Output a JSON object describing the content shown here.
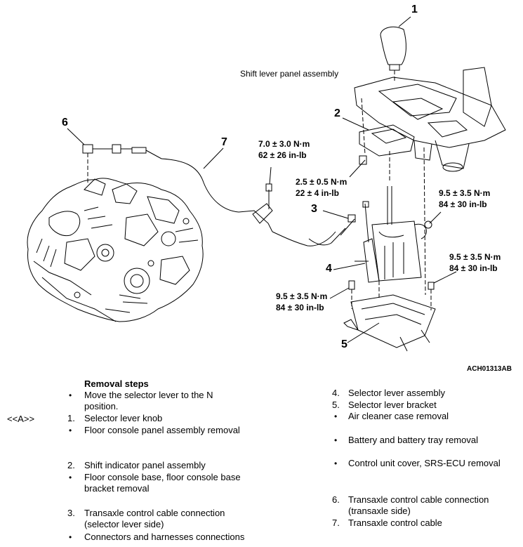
{
  "callouts": [
    "1",
    "2",
    "3",
    "4",
    "5",
    "6",
    "7"
  ],
  "labels": {
    "shift_panel": "Shift lever panel assembly",
    "figure_code": "ACH01313AB"
  },
  "torques": {
    "t7": [
      "7.0 ± 3.0 N·m",
      "62 ± 26 in-lb"
    ],
    "t2": [
      "2.5 ± 0.5 N·m",
      "22 ± 4 in-lb"
    ],
    "tr1": [
      "9.5 ± 3.5 N·m",
      "84 ± 30 in-lb"
    ],
    "tr2": [
      "9.5 ± 3.5 N·m",
      "84 ± 30 in-lb"
    ],
    "tl": [
      "9.5 ± 3.5 N·m",
      "84 ± 30 in-lb"
    ]
  },
  "removal": {
    "heading": "Removal steps",
    "marker": "<<A>>",
    "left": [
      {
        "num": "",
        "text": [
          "Move the selector lever to the N",
          "position."
        ]
      },
      {
        "num": "1.",
        "text": [
          "Selector lever knob"
        ]
      },
      {
        "num": "",
        "text": [
          "Floor console panel assembly removal"
        ]
      },
      {
        "num": "2.",
        "text": [
          "Shift indicator panel assembly"
        ]
      },
      {
        "num": "",
        "text": [
          "Floor console base, floor console base",
          "bracket removal"
        ]
      },
      {
        "num": "3.",
        "text": [
          "Transaxle control cable connection",
          "(selector lever side)"
        ]
      },
      {
        "num": "",
        "text": [
          "Connectors and harnesses connections"
        ]
      }
    ],
    "right": [
      {
        "num": "4.",
        "text": [
          "Selector lever assembly"
        ]
      },
      {
        "num": "5.",
        "text": [
          "Selector lever bracket"
        ]
      },
      {
        "num": "",
        "text": [
          "Air cleaner case removal"
        ]
      },
      {
        "num": "",
        "text": [
          "Battery and battery tray removal"
        ]
      },
      {
        "num": "",
        "text": [
          "Control unit cover, SRS-ECU removal"
        ]
      },
      {
        "num": "6.",
        "text": [
          "Transaxle control cable connection",
          "(transaxle side)"
        ]
      },
      {
        "num": "7.",
        "text": [
          "Transaxle control cable"
        ]
      }
    ],
    "bullet_symbol": "•"
  }
}
